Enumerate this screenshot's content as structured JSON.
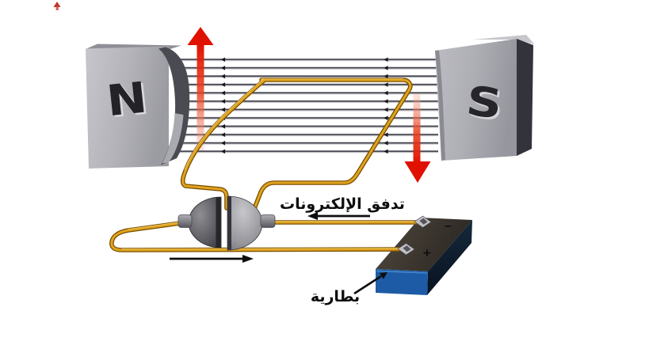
{
  "diagram": {
    "magnets": {
      "north": "N",
      "south": "S"
    },
    "labels": {
      "electron_flow": "تدفق الإلكترونات",
      "battery": "بطارية"
    },
    "battery": {
      "positive": "+",
      "negative": "−"
    },
    "arrows": {
      "left_force": "up",
      "right_force": "down",
      "electron_flow_direction": "left",
      "lower_wire_direction": "right"
    },
    "colors": {
      "wire": "#e0a41f",
      "wire_edge": "#7a4e00",
      "force_arrow": "#e01100",
      "battery_front": "#1d5ba6",
      "battery_top": "#453e37",
      "battery_side": "#0e1d2b",
      "magnet": "#b6b6bc",
      "field_line": "#40404a",
      "annotation": "#0d0d0d"
    }
  }
}
